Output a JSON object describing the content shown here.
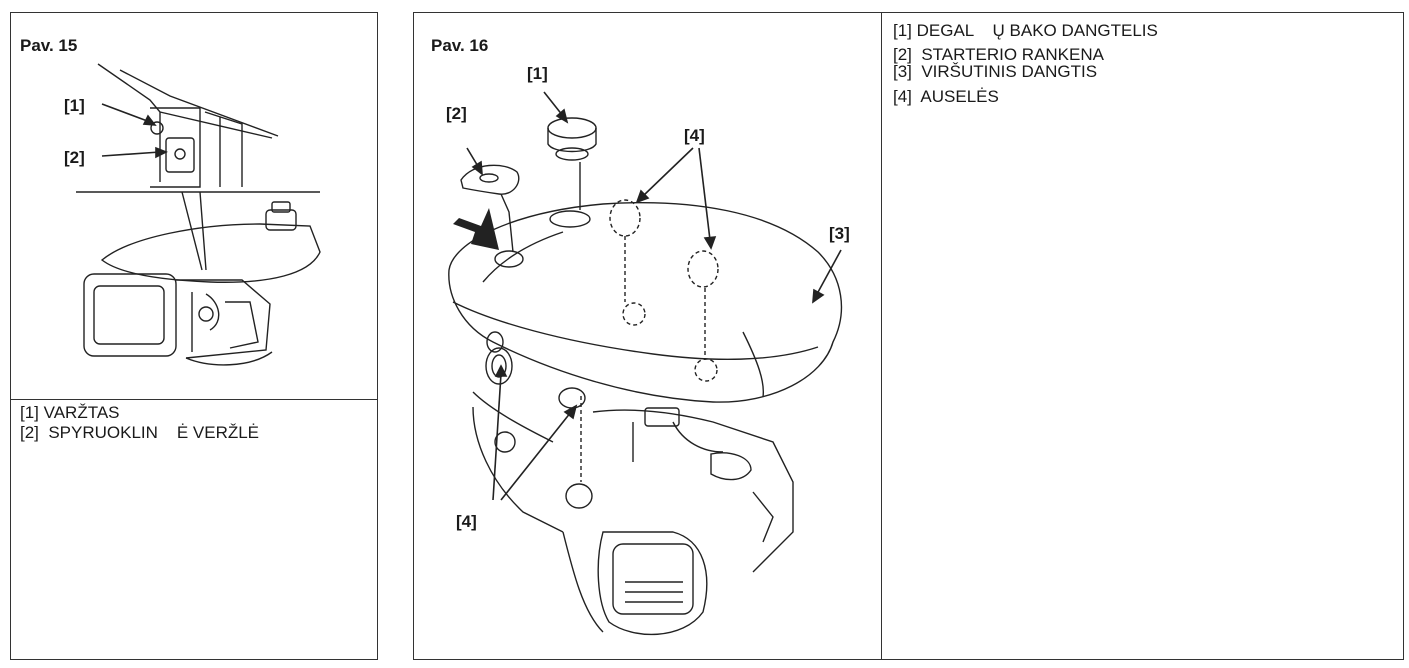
{
  "fig15": {
    "title": "Pav. 15",
    "callouts": [
      "[1]",
      "[2]"
    ],
    "legend": [
      "[1] VARŽTAS",
      "[2]  SPYRUOKLIN    Ė VERŽLĖ"
    ]
  },
  "fig16": {
    "title": "Pav. 16",
    "callouts": [
      "[1]",
      "[2]",
      "[4]",
      "[3]",
      "[4]"
    ],
    "legend": [
      "[1] DEGAL    Ų BAKO DANGTELIS",
      "[2]  STARTERIO RANKENA",
      "[3]  VIRŠUTINIS DANGTIS",
      "[4]  AUSELĖS"
    ]
  }
}
